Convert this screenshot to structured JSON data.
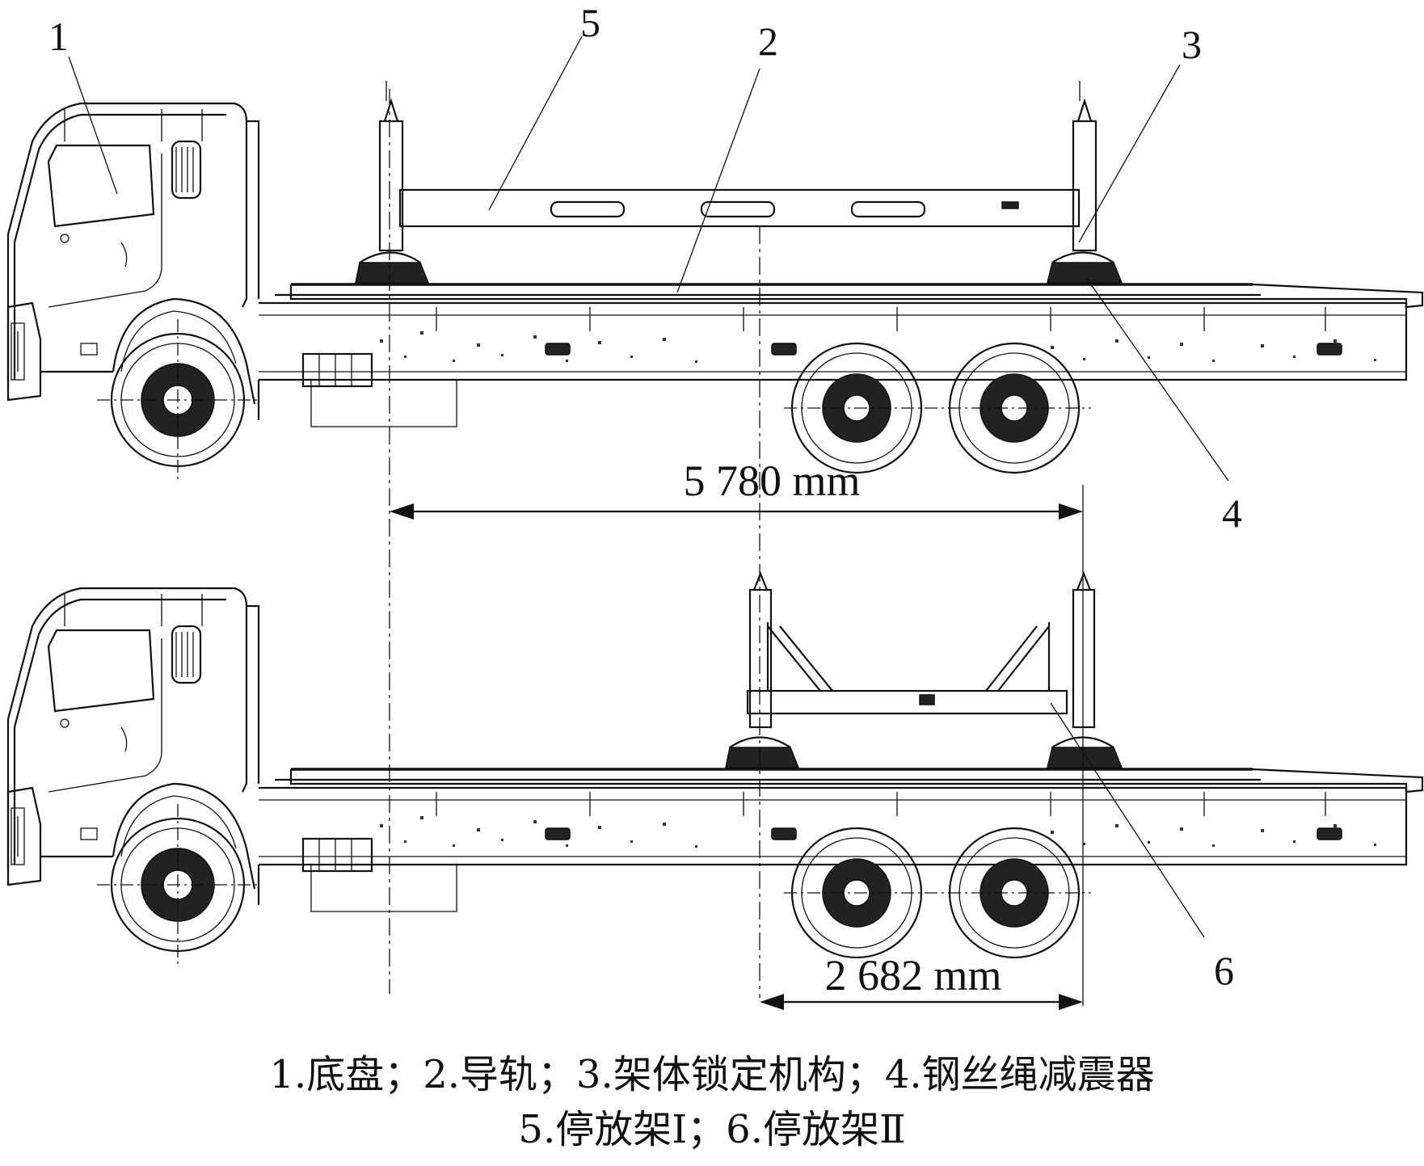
{
  "callouts": {
    "c1": "1",
    "c2": "2",
    "c3": "3",
    "c4": "4",
    "c5": "5",
    "c6": "6"
  },
  "dimensions": {
    "top": "5 780 mm",
    "bottom": "2 682 mm"
  },
  "caption": {
    "line1": "1.底盘；2.导轨；3.架体锁定机构；4.钢丝绳减震器",
    "line2": "5.停放架Ⅰ；6.停放架Ⅱ"
  },
  "colors": {
    "line": "#111111",
    "background": "#ffffff"
  }
}
